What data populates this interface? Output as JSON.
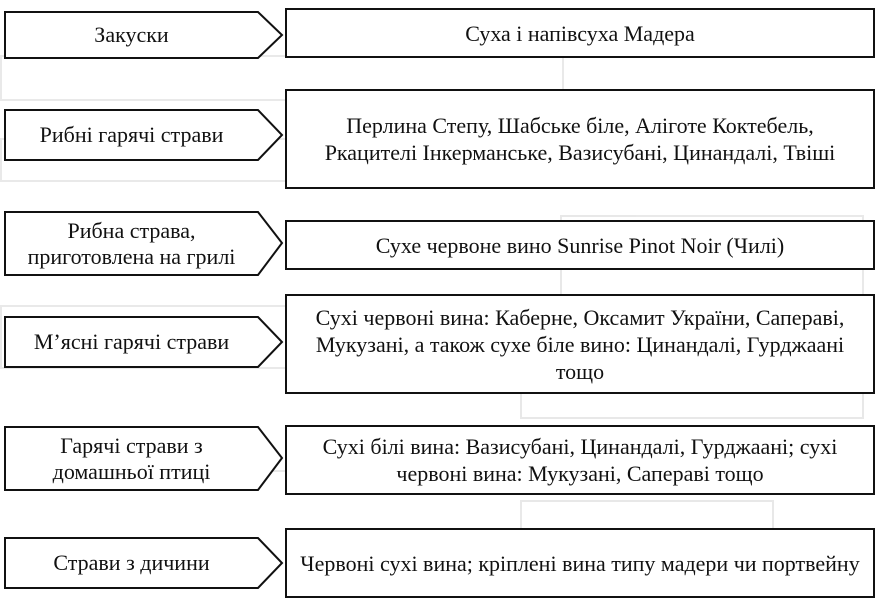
{
  "rows": [
    {
      "category": "Закуски",
      "wines": "Суха і напівсуха Мадера"
    },
    {
      "category": "Рибні гарячі страви",
      "wines": "Перлина Степу, Шабське біле, Аліготе Коктебель, Ркацителі Інкерманське, Вазисубані, Цинандалі, Твіші"
    },
    {
      "category": "Рибна страва, приготовлена на грилі",
      "wines": "Сухе червоне вино Sunrise Pinot Noir (Чилі)"
    },
    {
      "category": "М’ясні гарячі страви",
      "wines": "Сухі червоні вина: Каберне, Оксамит України, Сапераві, Мукузані, а також сухе біле вино: Цинандалі, Гурджаані тощо"
    },
    {
      "category": "Гарячі страви з домашньої птиці",
      "wines": "Сухі білі вина: Вазисубані, Цинандалі, Гурджаані; сухі червоні вина: Мукузані, Сапераві тощо"
    },
    {
      "category": "Страви з дичини",
      "wines": "Червоні сухі вина; кріплені вина типу мадери чи портвейну"
    }
  ],
  "colors": {
    "ink": "#111111",
    "background": "#ffffff"
  }
}
